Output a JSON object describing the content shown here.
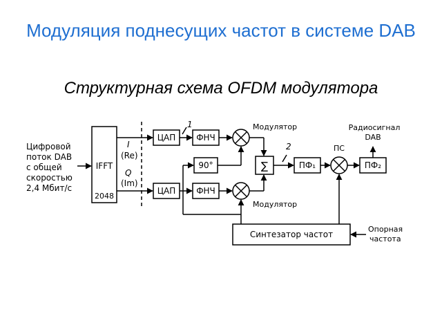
{
  "slide": {
    "title": "Модуляция поднесущих частот в системе DAB",
    "subtitle": "Структурная схема OFDM модулятора"
  },
  "diagram": {
    "input_lines": [
      "Цифровой",
      "поток DAB",
      "с общей",
      "скоростью",
      "2,4 Мбит/с"
    ],
    "ifft_label": "IFFT",
    "ifft_size": "2048",
    "i_label": "I",
    "re_label": "(Re)",
    "q_label": "Q",
    "im_label": "(Im)",
    "dac_label": "ЦАП",
    "lpf_label": "ФНЧ",
    "phase_label": "90°",
    "sum_label": "∑",
    "modulator_label": "Модулятор",
    "bpf1_label": "ПФ₁",
    "bpf2_label": "ПФ₂",
    "ps_label": "ПС",
    "output_lines": [
      "Радиосигнал",
      "DAB"
    ],
    "synth_label": "Синтезатор частот",
    "ref_lines": [
      "Опорная",
      "частота"
    ],
    "point_1": "1",
    "point_2": "2"
  }
}
